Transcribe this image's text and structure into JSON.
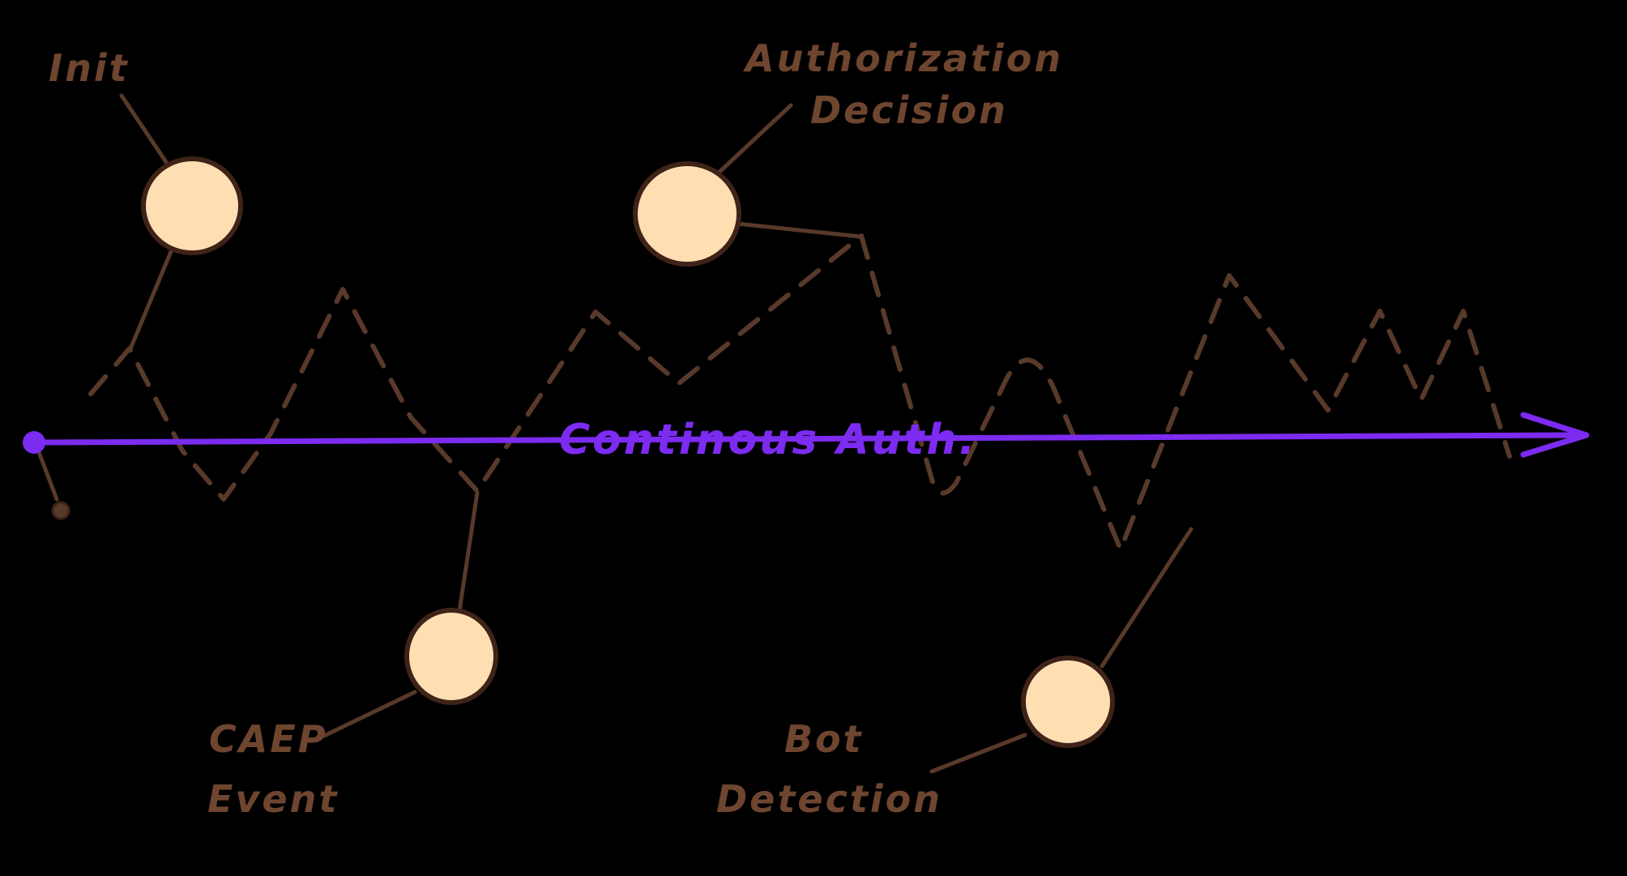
{
  "colors": {
    "background": "#000000",
    "ink_brown": "#58392a",
    "label_brown": "#6e452f",
    "node_fill": "#ffdfb2",
    "node_stroke": "#3f2318",
    "accent_purple": "#7c2bf0"
  },
  "diagram": {
    "type": "timeline-signal-diagram",
    "timeline_label": "Continous Auth.",
    "nodes": [
      {
        "id": "init",
        "label": "Init"
      },
      {
        "id": "authorization-decision",
        "label_line1": "Authorization",
        "label_line2": "Decision"
      },
      {
        "id": "caep-event",
        "label_line1": "CAEP",
        "label_line2": "Event"
      },
      {
        "id": "bot-detection",
        "label_line1": "Bot",
        "label_line2": "Detection"
      }
    ]
  }
}
